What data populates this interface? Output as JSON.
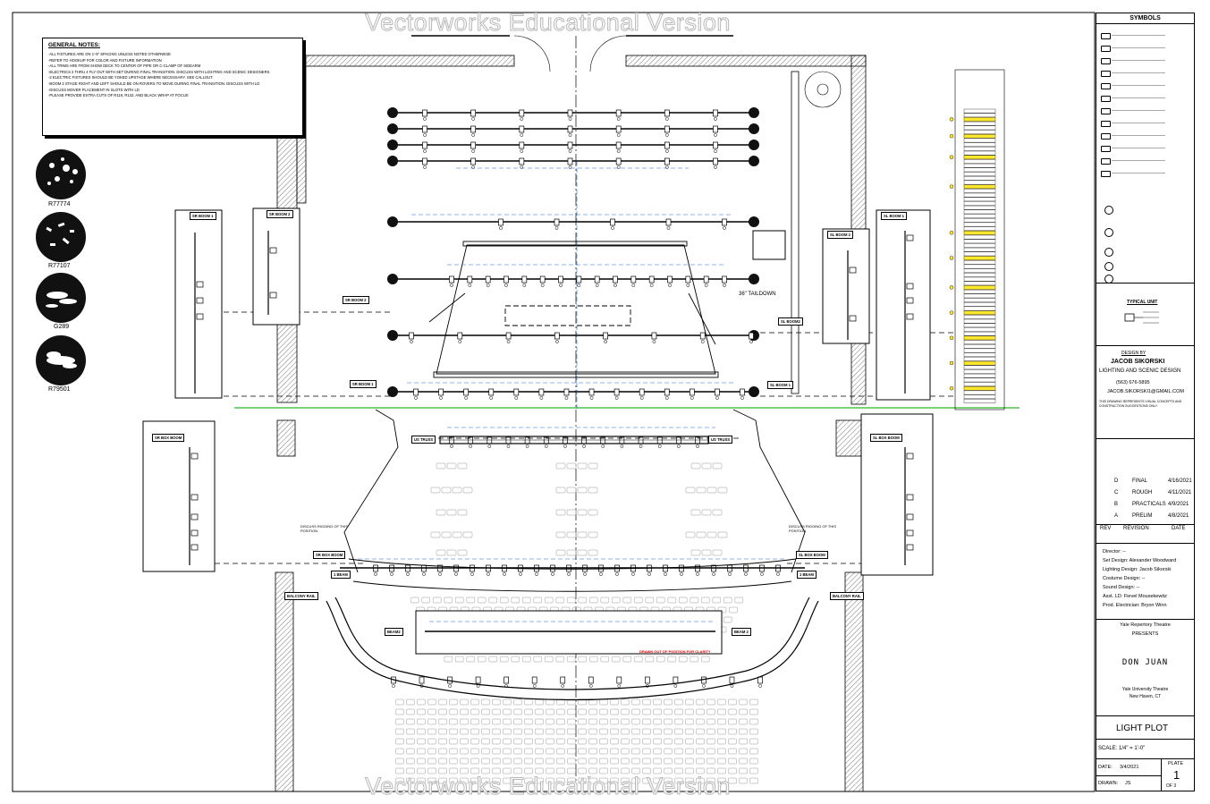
{
  "watermark": "Vectorworks Educational Version",
  "notes": {
    "title": "GENERAL NOTES:",
    "lines": [
      "-ALL FIXTURES ARE ON 1'-6\" SPACING UNLESS NOTED OTHERWISE",
      "-REFER TO HOOKUP FOR COLOR AND FIXTURE INFORMATION",
      "-ALL TRIMS ARE FROM SHOW DECK TO CENTER OF PIPE OR C-CLAMP OF SIDEARM",
      "-ELECTRICS 2 THRU 4 FLY OUT WITH SET DURING FINAL TRANSITION. DISCUSS WITH LIGHTING AND SCENIC DESIGNERS",
      "-2 ELECTRIC FIXTURES SHOULD BE YOKED UPSTAGE WHERE NECESSARY. SEE CALLOUT.",
      "-BOOM 2 STAGE RIGHT AND LEFT SHOULD BE ON ROVERS TO MOVE DURING FINAL TRANSITION. DISCUSS WITH LD",
      "-DISCUSS MOVER PLACEMENT IN SLOTS WITH LD",
      "-PLEASE PROVIDE EXTRA CUTS OF R119, R132, AND BLACK WRAP AT FOCUS"
    ]
  },
  "gobos": [
    "R77774",
    "R77107",
    "G289",
    "R79501"
  ],
  "positions": {
    "sr_boom_1": "SR BOOM 1",
    "sr_boom_2": "SR BOOM 2",
    "sl_boom_1": "SL BOOM 1",
    "sl_boom_2": "SL BOOM 2",
    "sl_boom2": "SL BOOM2",
    "sr_box_boom": "SR BOX BOOM",
    "sl_box_boom": "SL BOX BOOM",
    "us_truss": "US TRUSS",
    "beam_1": "1 BEAM",
    "beam_2": "BEAM 2",
    "beam2": "BEAM2",
    "balcony_rail": "BALCONY RAIL",
    "taildown": "36\" TAILDOWN",
    "discuss_position": "DISCUSS RIGGING OF THIS POSITION",
    "drawn_out": "DRAWN OUT OF POSITION FOR CLARITY"
  },
  "title_block": {
    "symbols_header": "SYMBOLS",
    "typical_unit": "TYPICAL UNIT",
    "design_by": "DESIGN BY",
    "designer": "JACOB SIKORSKI",
    "designer_sub": "LIGHTING AND SCENIC DESIGN",
    "phone": "(563) 676-5895",
    "email": "JACOB.SIKORSKI1@GMAIL.COM",
    "disclaimer": "THIS DRAWING REPRESENTS VISUAL CONCEPTS AND CONSTRUCTION SUGGESTIONS ONLY.",
    "revisions": [
      {
        "rev": "D",
        "desc": "FINAL",
        "date": "4/16/2021"
      },
      {
        "rev": "C",
        "desc": "ROUGH",
        "date": "4/11/2021"
      },
      {
        "rev": "B",
        "desc": "PRACTICALS",
        "date": "4/9/2021"
      },
      {
        "rev": "A",
        "desc": "PRELIM",
        "date": "4/8/2021"
      }
    ],
    "rev_header": {
      "rev": "REV",
      "desc": "REVISION",
      "date": "DATE"
    },
    "credits": [
      "Director: --",
      "Set Design: Alexander Woodward",
      "Lighting Design: Jacob Sikorski",
      "Costume Design: --",
      "Sound Design: --",
      "Asst. LD: Fievel Mousekewitz",
      "Prod. Electrician: Bryon Winn"
    ],
    "company": "Yale Repertory Theatre",
    "presents": "PRESENTS",
    "show": "DON JUAN",
    "venue": "Yale University Theatre",
    "city": "New Haven, CT",
    "sheet_title": "LIGHT PLOT",
    "scale": "SCALE:  1/4\" = 1'-0\"",
    "date_label": "DATE:",
    "date": "3/4/2021",
    "drawn_label": "DRAWN:",
    "drawn": "JS",
    "plate_label": "PLATE",
    "plate": "1",
    "plate_of": "OF   3"
  }
}
